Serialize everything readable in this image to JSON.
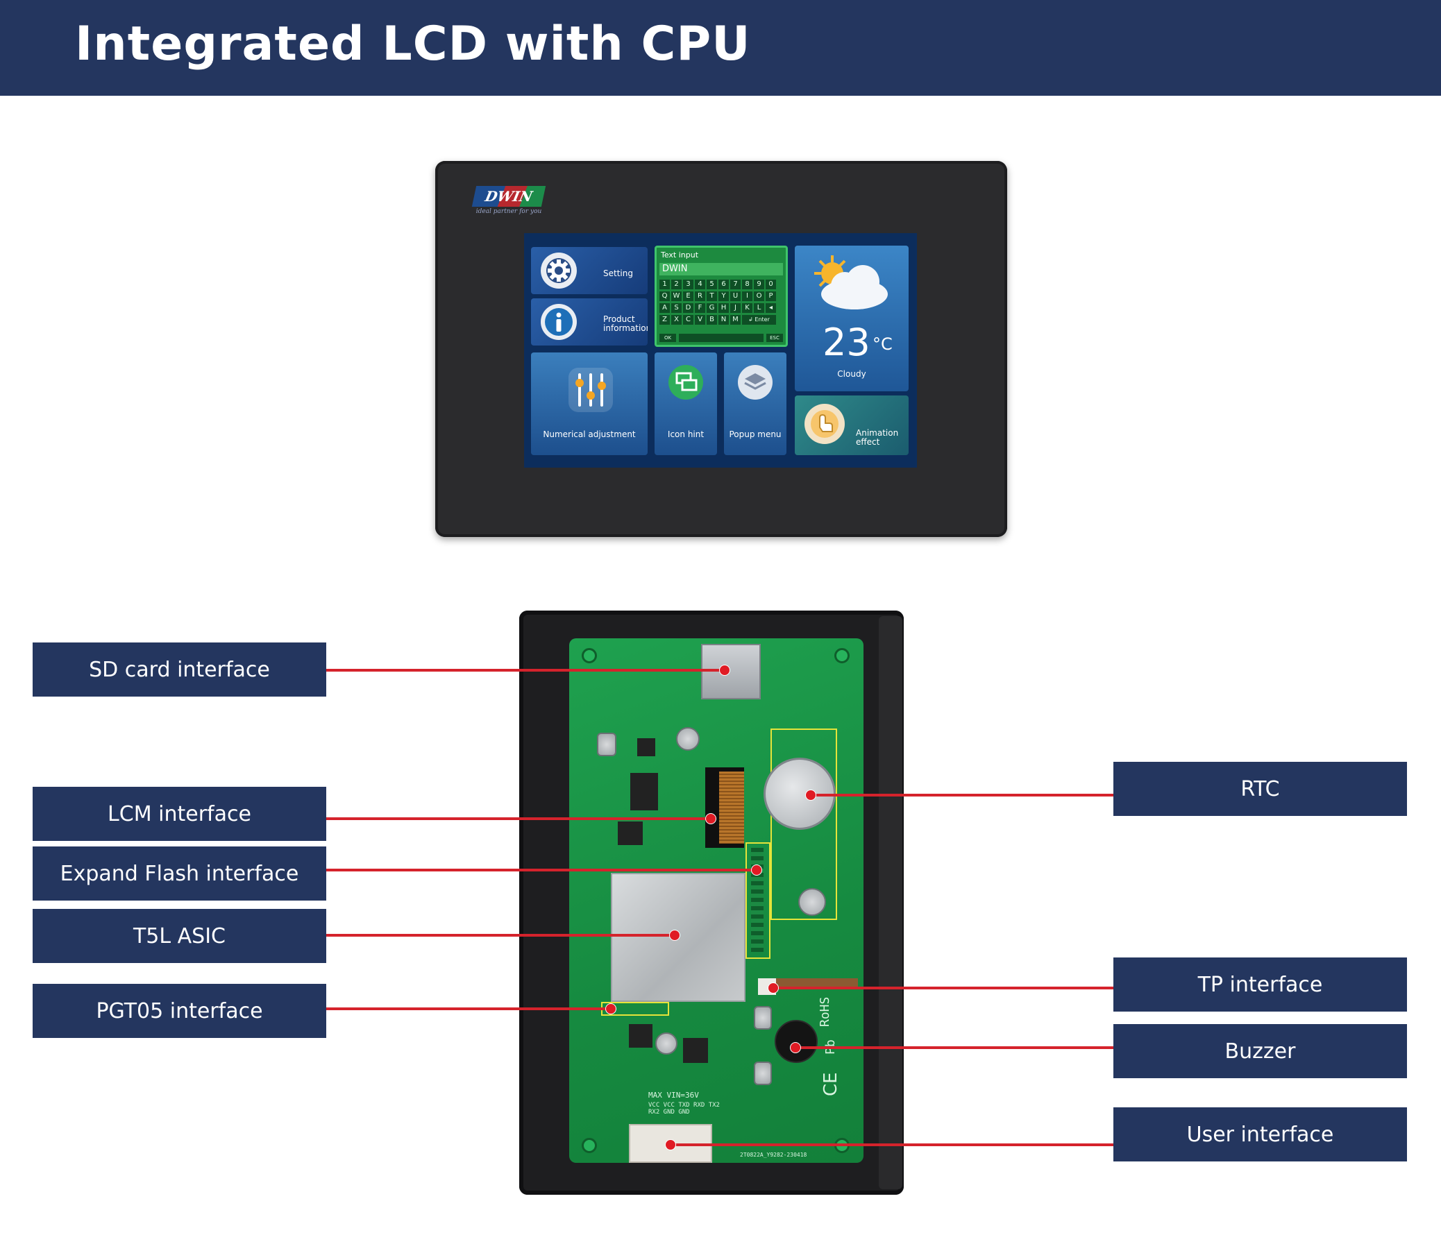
{
  "header": {
    "title": "Integrated LCD with CPU"
  },
  "device": {
    "logo": "DWIN",
    "slogan": "ideal partner for you",
    "screen": {
      "setting_label": "Setting",
      "product_info_label": "Product information",
      "text_input_title": "Text input",
      "text_input_value": "DWIN",
      "keyboard_rows": [
        [
          "1",
          "2",
          "3",
          "4",
          "5",
          "6",
          "7",
          "8",
          "9",
          "0"
        ],
        [
          "Q",
          "W",
          "E",
          "R",
          "T",
          "Y",
          "U",
          "I",
          "O",
          "P"
        ],
        [
          "A",
          "S",
          "D",
          "F",
          "G",
          "H",
          "J",
          "K",
          "L",
          "◂"
        ],
        [
          "Z",
          "X",
          "C",
          "V",
          "B",
          "N",
          "M",
          "↲ Enter"
        ]
      ],
      "keyboard_ok": "OK",
      "keyboard_esc": "ESC",
      "temperature": "23",
      "temperature_unit": "°C",
      "weather_condition": "Cloudy",
      "numerical_label": "Numerical adjustment",
      "icon_hint_label": "Icon hint",
      "popup_menu_label": "Popup menu",
      "animation_label": "Animation effect"
    }
  },
  "board": {
    "silkscreen": {
      "power_spec": "MAX VIN=36V",
      "pins": "VCC VCC TXD RXD TX2 RX2 GND GND",
      "part_number": "2T0822A_Y9282-230418",
      "rohs": "RoHS",
      "pb": "Pb",
      "ce": "CE"
    }
  },
  "labels": {
    "sd_card": "SD card interface",
    "lcm": "LCM interface",
    "expand_flash": "Expand Flash interface",
    "t5l": "T5L ASIC",
    "pgt05": "PGT05 interface",
    "rtc": "RTC",
    "tp": "TP interface",
    "buzzer": "Buzzer",
    "user": "User interface"
  },
  "colors": {
    "header_bg": "#24365f",
    "label_bg": "#24365f",
    "leader_line": "#d5232c",
    "highlight_box": "#e6e43a",
    "pcb_green": "#1fa14f"
  }
}
